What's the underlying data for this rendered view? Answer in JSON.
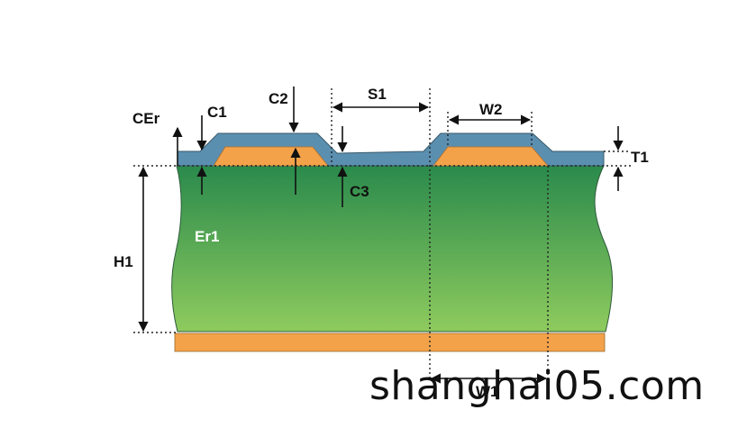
{
  "diagram": {
    "labels": {
      "cer": "CEr",
      "c1": "C1",
      "c2": "C2",
      "s1": "S1",
      "w2": "W2",
      "t1": "T1",
      "c3": "C3",
      "er1": "Er1",
      "h1": "H1",
      "w1": "W1"
    },
    "colors": {
      "solder_mask": "#5b8fb0",
      "copper": "#f4a24a",
      "dielectric_top": "#2a8a4c",
      "dielectric_bottom": "#8ecb5e",
      "outline": "#3a5a6a"
    }
  },
  "watermark": "shanghai05.com"
}
